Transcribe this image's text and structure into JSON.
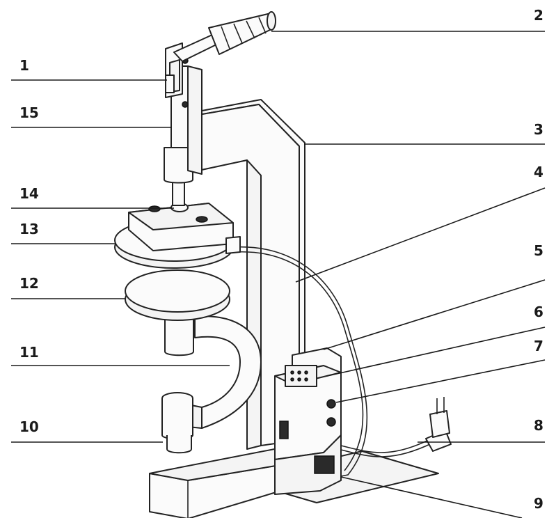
{
  "figure": {
    "callouts": [
      {
        "id": "1",
        "label": "1"
      },
      {
        "id": "2",
        "label": "2"
      },
      {
        "id": "3",
        "label": "3"
      },
      {
        "id": "4",
        "label": "4"
      },
      {
        "id": "5",
        "label": "5"
      },
      {
        "id": "6",
        "label": "6"
      },
      {
        "id": "7",
        "label": "7"
      },
      {
        "id": "8",
        "label": "8"
      },
      {
        "id": "9",
        "label": "9"
      },
      {
        "id": "10",
        "label": "10"
      },
      {
        "id": "11",
        "label": "11"
      },
      {
        "id": "12",
        "label": "12"
      },
      {
        "id": "13",
        "label": "13"
      },
      {
        "id": "14",
        "label": "14"
      },
      {
        "id": "15",
        "label": "15"
      }
    ]
  }
}
